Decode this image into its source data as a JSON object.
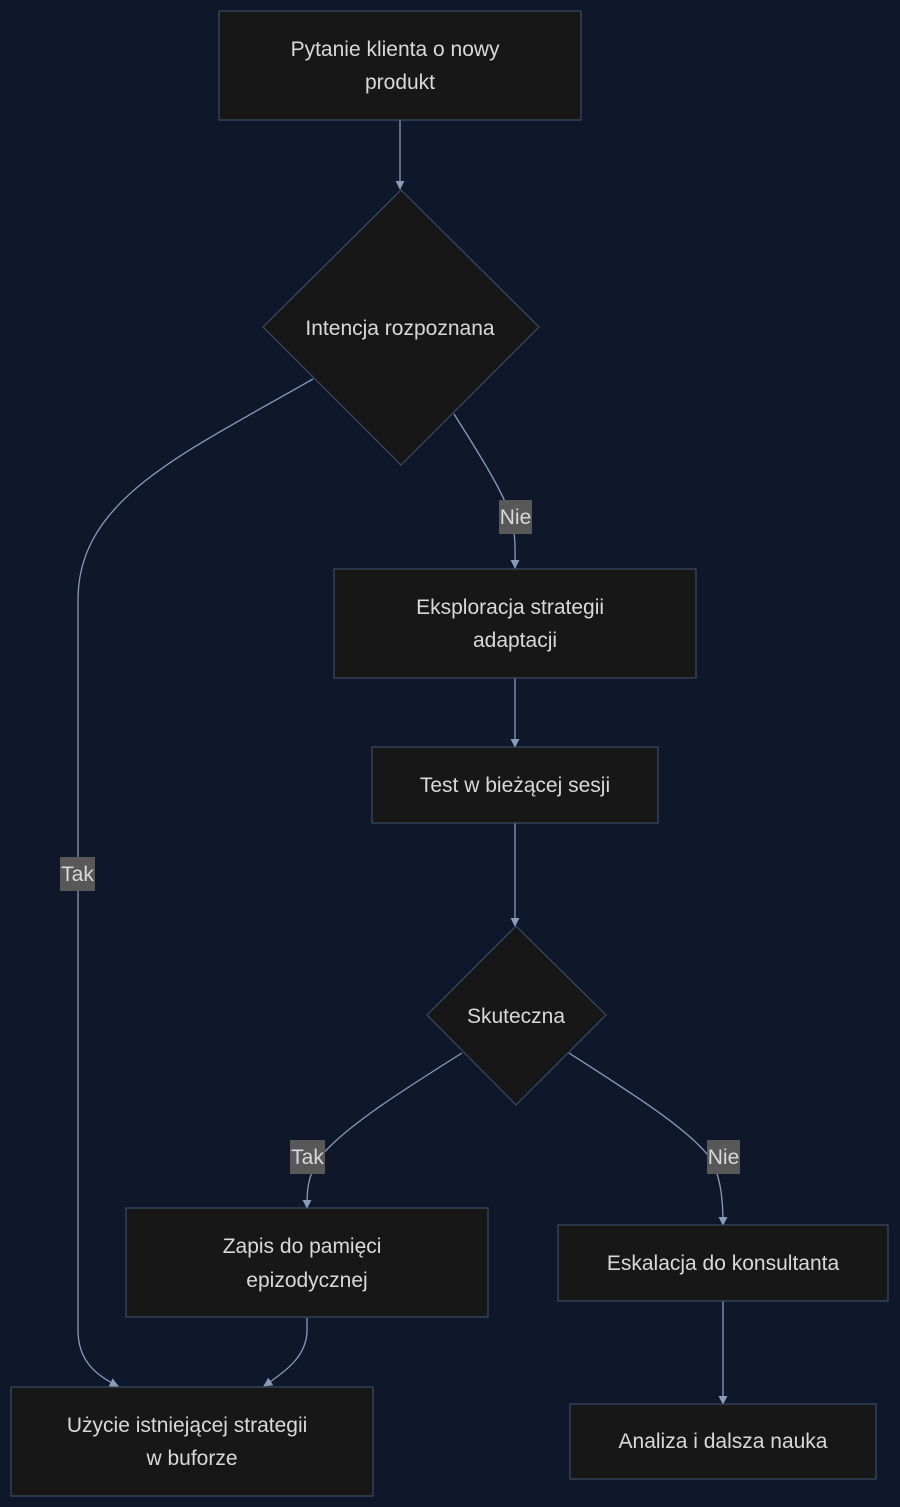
{
  "nodes": {
    "question": {
      "lines": [
        "Pytanie klienta o nowy",
        "produkt"
      ]
    },
    "intent": {
      "lines": [
        "Intencja rozpoznana"
      ]
    },
    "explore": {
      "lines": [
        "Eksploracja strategii",
        "adaptacji"
      ]
    },
    "test": {
      "lines": [
        "Test w bieżącej sesji"
      ]
    },
    "effective": {
      "lines": [
        "Skuteczna"
      ]
    },
    "save": {
      "lines": [
        "Zapis do pamięci",
        "epizodycznej"
      ]
    },
    "escalate": {
      "lines": [
        "Eskalacja do konsultanta"
      ]
    },
    "use": {
      "lines": [
        "Użycie istniejącej strategii",
        "w buforze"
      ]
    },
    "analyze": {
      "lines": [
        "Analiza i dalsza nauka"
      ]
    }
  },
  "edge_labels": {
    "intent_no": "Nie",
    "intent_yes": "Tak",
    "effective_yes": "Tak",
    "effective_no": "Nie"
  },
  "colors": {
    "background": "#0e182a",
    "node_fill": "#171717",
    "node_stroke": "#3a4a66",
    "edge": "#8a9bb8",
    "label_bg": "#585858",
    "text": "#d9d9d9"
  }
}
